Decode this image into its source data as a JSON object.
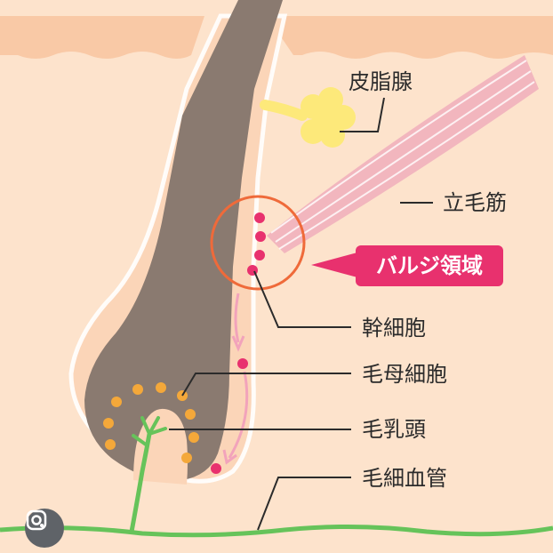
{
  "labels": {
    "sebaceous_gland": "皮脂腺",
    "arrector_pili": "立毛筋",
    "bulge_region": "バルジ領域",
    "stem_cell": "幹細胞",
    "hair_matrix_cell": "毛母細胞",
    "dermal_papilla": "毛乳頭",
    "capillary": "毛細血管"
  },
  "colors": {
    "skin": "#fde3cc",
    "skin_edge": "#f9c9a6",
    "hair": "#8a7a70",
    "gland": "#fde97a",
    "muscle": "#f2b6be",
    "stem_cell": "#e8316e",
    "matrix_cell": "#f4a83a",
    "vessel": "#66c35a",
    "bulge_badge": "#e8316e",
    "circle": "#ef6a3a"
  },
  "overlay": {
    "lens_icon": "google-lens-icon"
  }
}
